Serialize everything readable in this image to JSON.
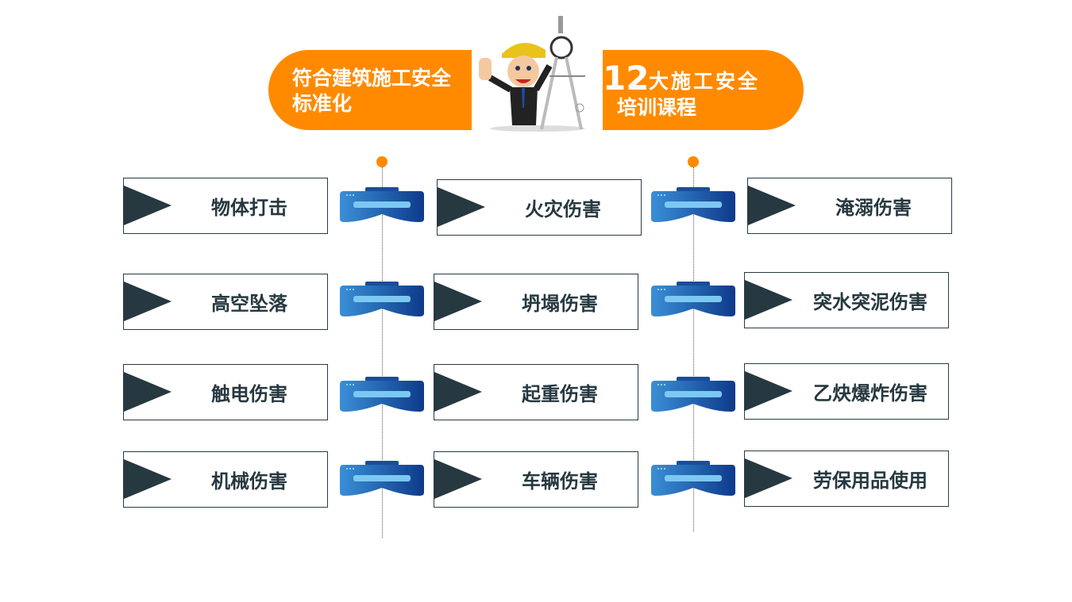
{
  "header": {
    "left_title": "符合建筑施工安全标准化",
    "right_number": "12",
    "right_title_line1": "大施工安全",
    "right_title_line2": "培训课程"
  },
  "columns": [
    {
      "items": [
        "物体打击",
        "高空坠落",
        "触电伤害",
        "机械伤害"
      ]
    },
    {
      "items": [
        "火灾伤害",
        "坍塌伤害",
        "起重伤害",
        "车辆伤害"
      ]
    },
    {
      "items": [
        "淹溺伤害",
        "突水突泥伤害",
        "乙炔爆炸伤害",
        "劳保用品使用"
      ]
    }
  ],
  "colors": {
    "accent": "#ff8a00",
    "dark": "#263840",
    "vr_blue": "#1f5fae"
  }
}
